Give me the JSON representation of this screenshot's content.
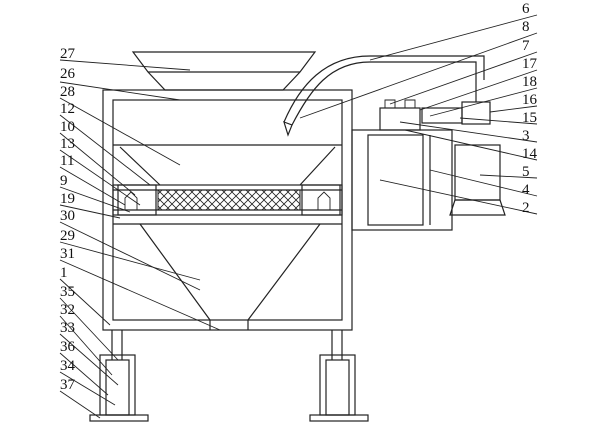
{
  "diagram": {
    "labels_left": [
      "27",
      "26",
      "28",
      "12",
      "10",
      "13",
      "11",
      "9",
      "19",
      "30",
      "29",
      "31",
      "1",
      "35",
      "32",
      "33",
      "36",
      "34",
      "37"
    ],
    "labels_right": [
      "6",
      "8",
      "7",
      "17",
      "18",
      "16",
      "15",
      "3",
      "14",
      "5",
      "4",
      "2"
    ]
  },
  "colors": {
    "line": "#222222",
    "background": "#ffffff"
  }
}
